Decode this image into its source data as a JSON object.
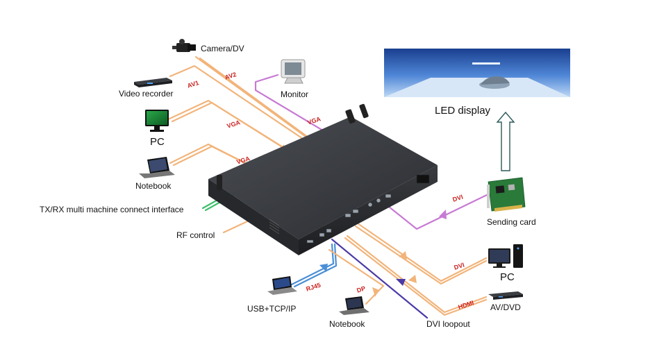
{
  "devices": {
    "camera": "Camera/DV",
    "video_recorder": "Video recorder",
    "monitor": "Monitor",
    "pc_left": "PC",
    "notebook_left": "Notebook",
    "tx_rx": "TX/RX  multi machine connect interface",
    "rf_control": "RF control",
    "usb_tcp": "USB+TCP/IP",
    "notebook_bottom": "Notebook",
    "dvi_loopout": "DVI loopout",
    "av_dvd": "AV/DVD",
    "pc_right": "PC",
    "sending_card": "Sending card",
    "led_display": "LED display"
  },
  "cables": {
    "av1": "AV1",
    "av2": "AV2",
    "vga_pc": "VGA",
    "vga_notebook": "VGA",
    "vga_monitor": "VGA",
    "dvi_sending": "DVI",
    "dvi_pc": "DVI",
    "hdmi": "HDMI",
    "dp": "DP",
    "rj45": "RJ45"
  },
  "colors": {
    "analog": "#f2b47a",
    "vga_monitor": "#c77ad3",
    "dvi_sending": "#c77ad3",
    "tx_rx": "#3fbf6b",
    "rj45": "#4b8fd6",
    "dvi_loop": "#4a3aa8",
    "cable_tag": "#c8211f"
  }
}
